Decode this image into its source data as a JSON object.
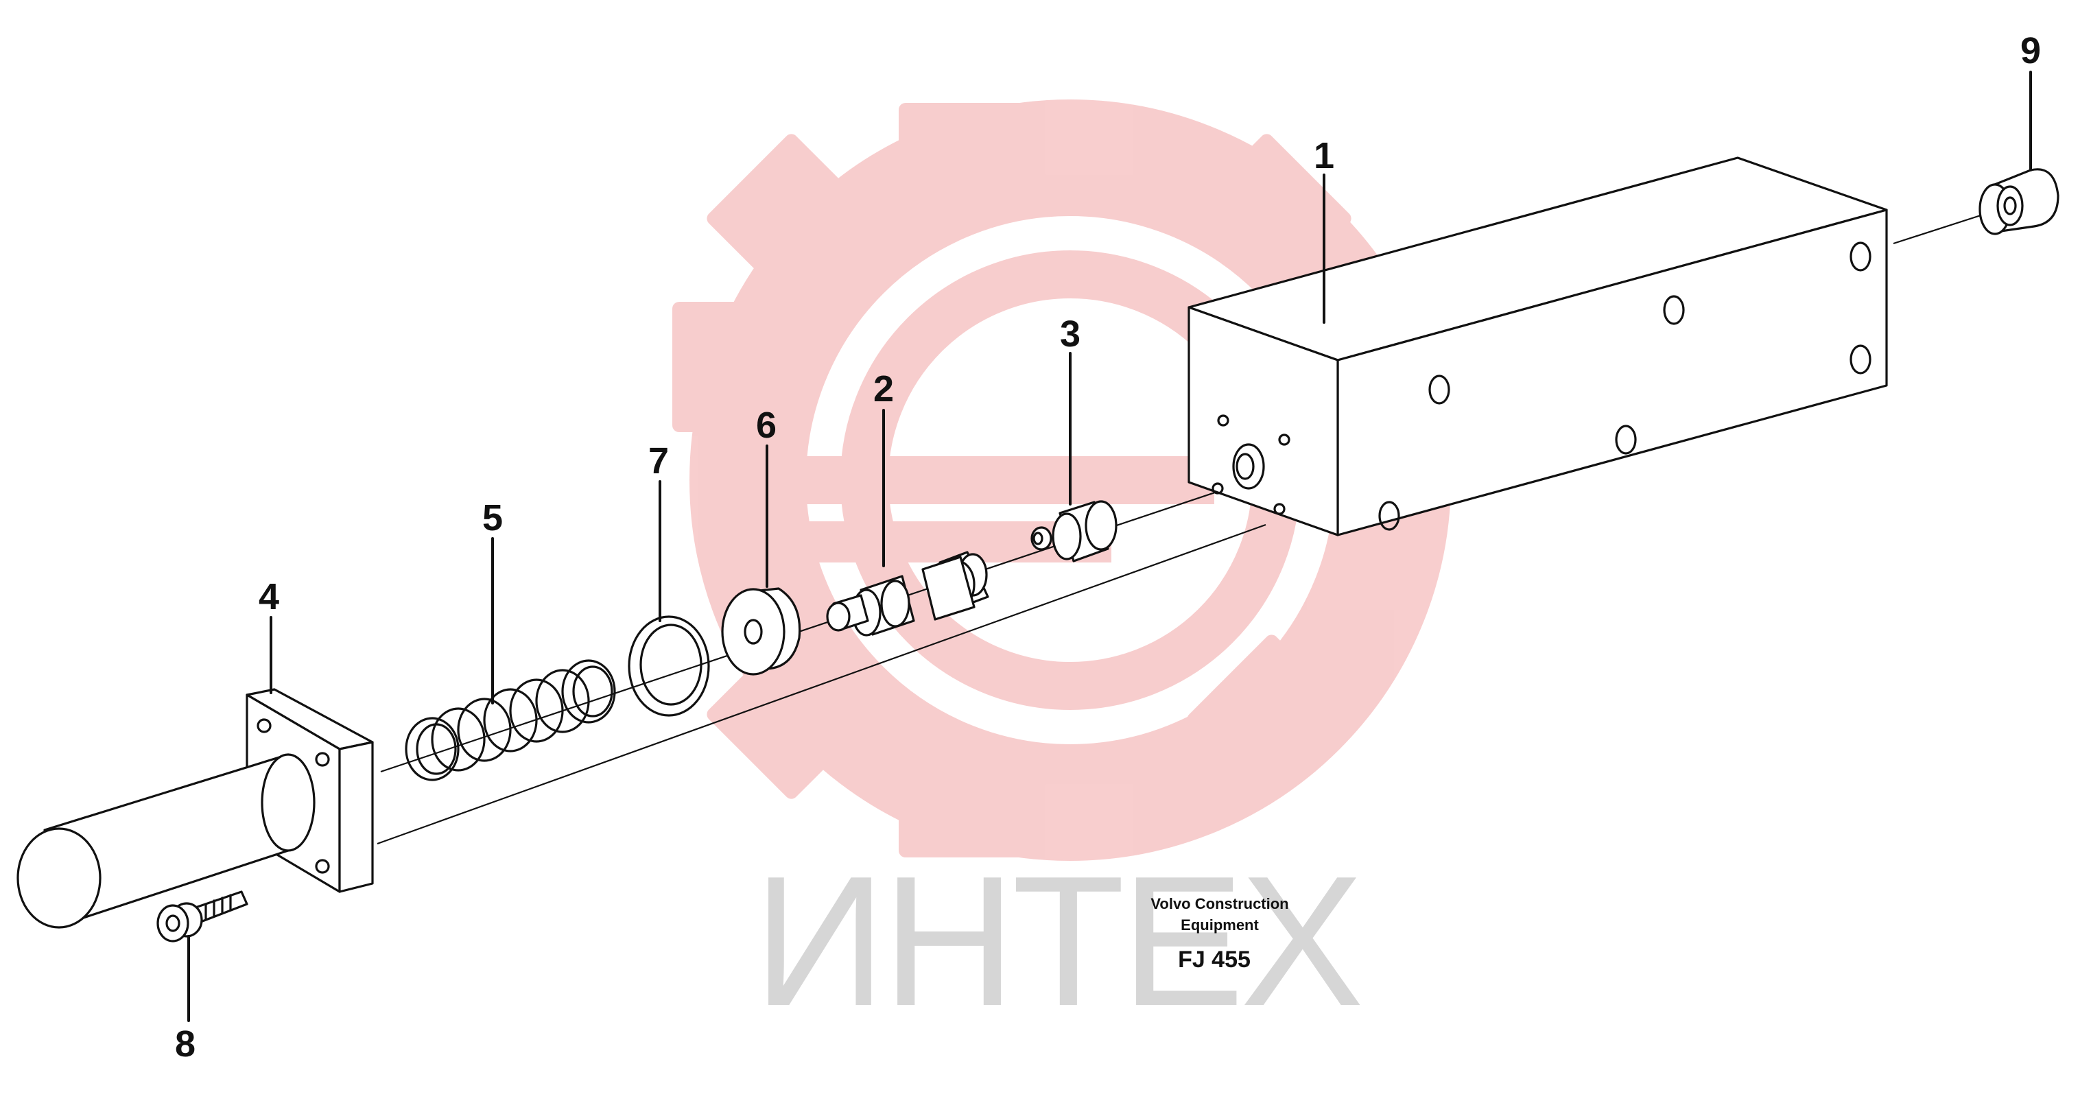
{
  "watermark": {
    "text": "ИНТЕХ",
    "gear_color": "#f4b8b8",
    "text_color": "#d9d9d9"
  },
  "caption": {
    "line1": "Volvo Construction",
    "line2": "Equipment",
    "code": "FJ 455"
  },
  "callouts": {
    "c1": "1",
    "c2": "2",
    "c3": "3",
    "c4": "4",
    "c5": "5",
    "c6": "6",
    "c7": "7",
    "c8": "8",
    "c9": "9"
  }
}
